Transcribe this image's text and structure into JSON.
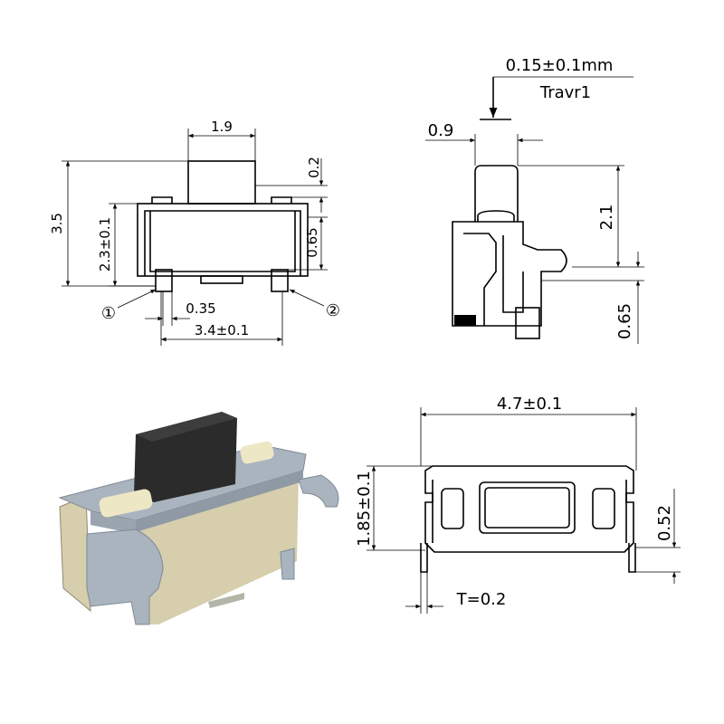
{
  "front_view": {
    "dim_actuator_width": "1.9",
    "dim_total_height": "3.5",
    "dim_body_height": "2.3±0.1",
    "dim_actuator_step": "0.2",
    "dim_terminal_height": "0.65",
    "dim_terminal_width": "0.35",
    "dim_terminal_span": "3.4±0.1",
    "pin1_label": "①",
    "pin2_label": "②"
  },
  "side_view": {
    "travel_value": "0.15±0.1mm",
    "travel_label": "Travr1",
    "dim_actuator_thickness": "0.9",
    "dim_actuator_height": "2.1",
    "dim_lead_height": "0.65"
  },
  "bottom_view": {
    "dim_overall_length": "4.7±0.1",
    "dim_body_width": "1.85±0.1",
    "dim_lead_offset": "0.52",
    "dim_thickness": "T=0.2"
  },
  "colors": {
    "frame": "#a9b4bf",
    "body": "#d6ceac",
    "cap": "#2b2b2b",
    "pad": "#eee7c6"
  }
}
